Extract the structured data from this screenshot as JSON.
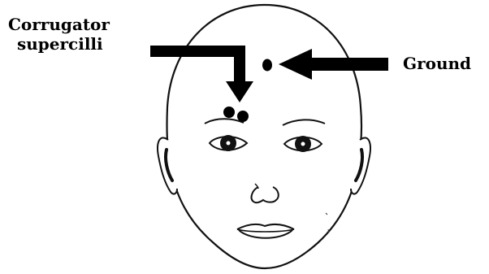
{
  "labels": {
    "corrugator_line1": "Corrugator",
    "corrugator_line2": "supercilli",
    "ground": "Ground"
  },
  "colors": {
    "ink": "#000000",
    "background": "#ffffff"
  }
}
